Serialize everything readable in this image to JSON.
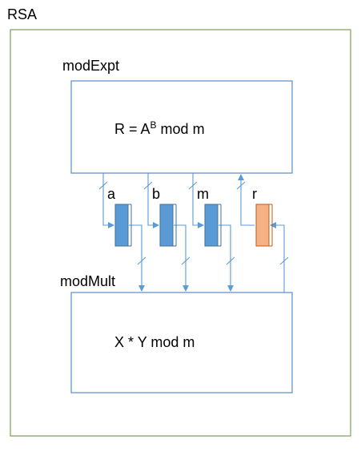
{
  "diagram": {
    "outer_title": "RSA",
    "modexpt": {
      "title": "modExpt",
      "formula_prefix": "R = A",
      "formula_sup": "B",
      "formula_suffix": " mod m"
    },
    "modmult": {
      "title": "modMult",
      "formula": "X * Y mod m"
    },
    "registers": {
      "a": "a",
      "b": "b",
      "m": "m",
      "r": "r"
    },
    "colors": {
      "container_border": "#7aa05a",
      "module_border": "#5b8cc6",
      "wire": "#5b9bd5",
      "register_blue": "#5b9bd5",
      "register_blue_border": "#41719c",
      "register_orange": "#f4b183",
      "register_orange_border": "#c55a11"
    }
  }
}
